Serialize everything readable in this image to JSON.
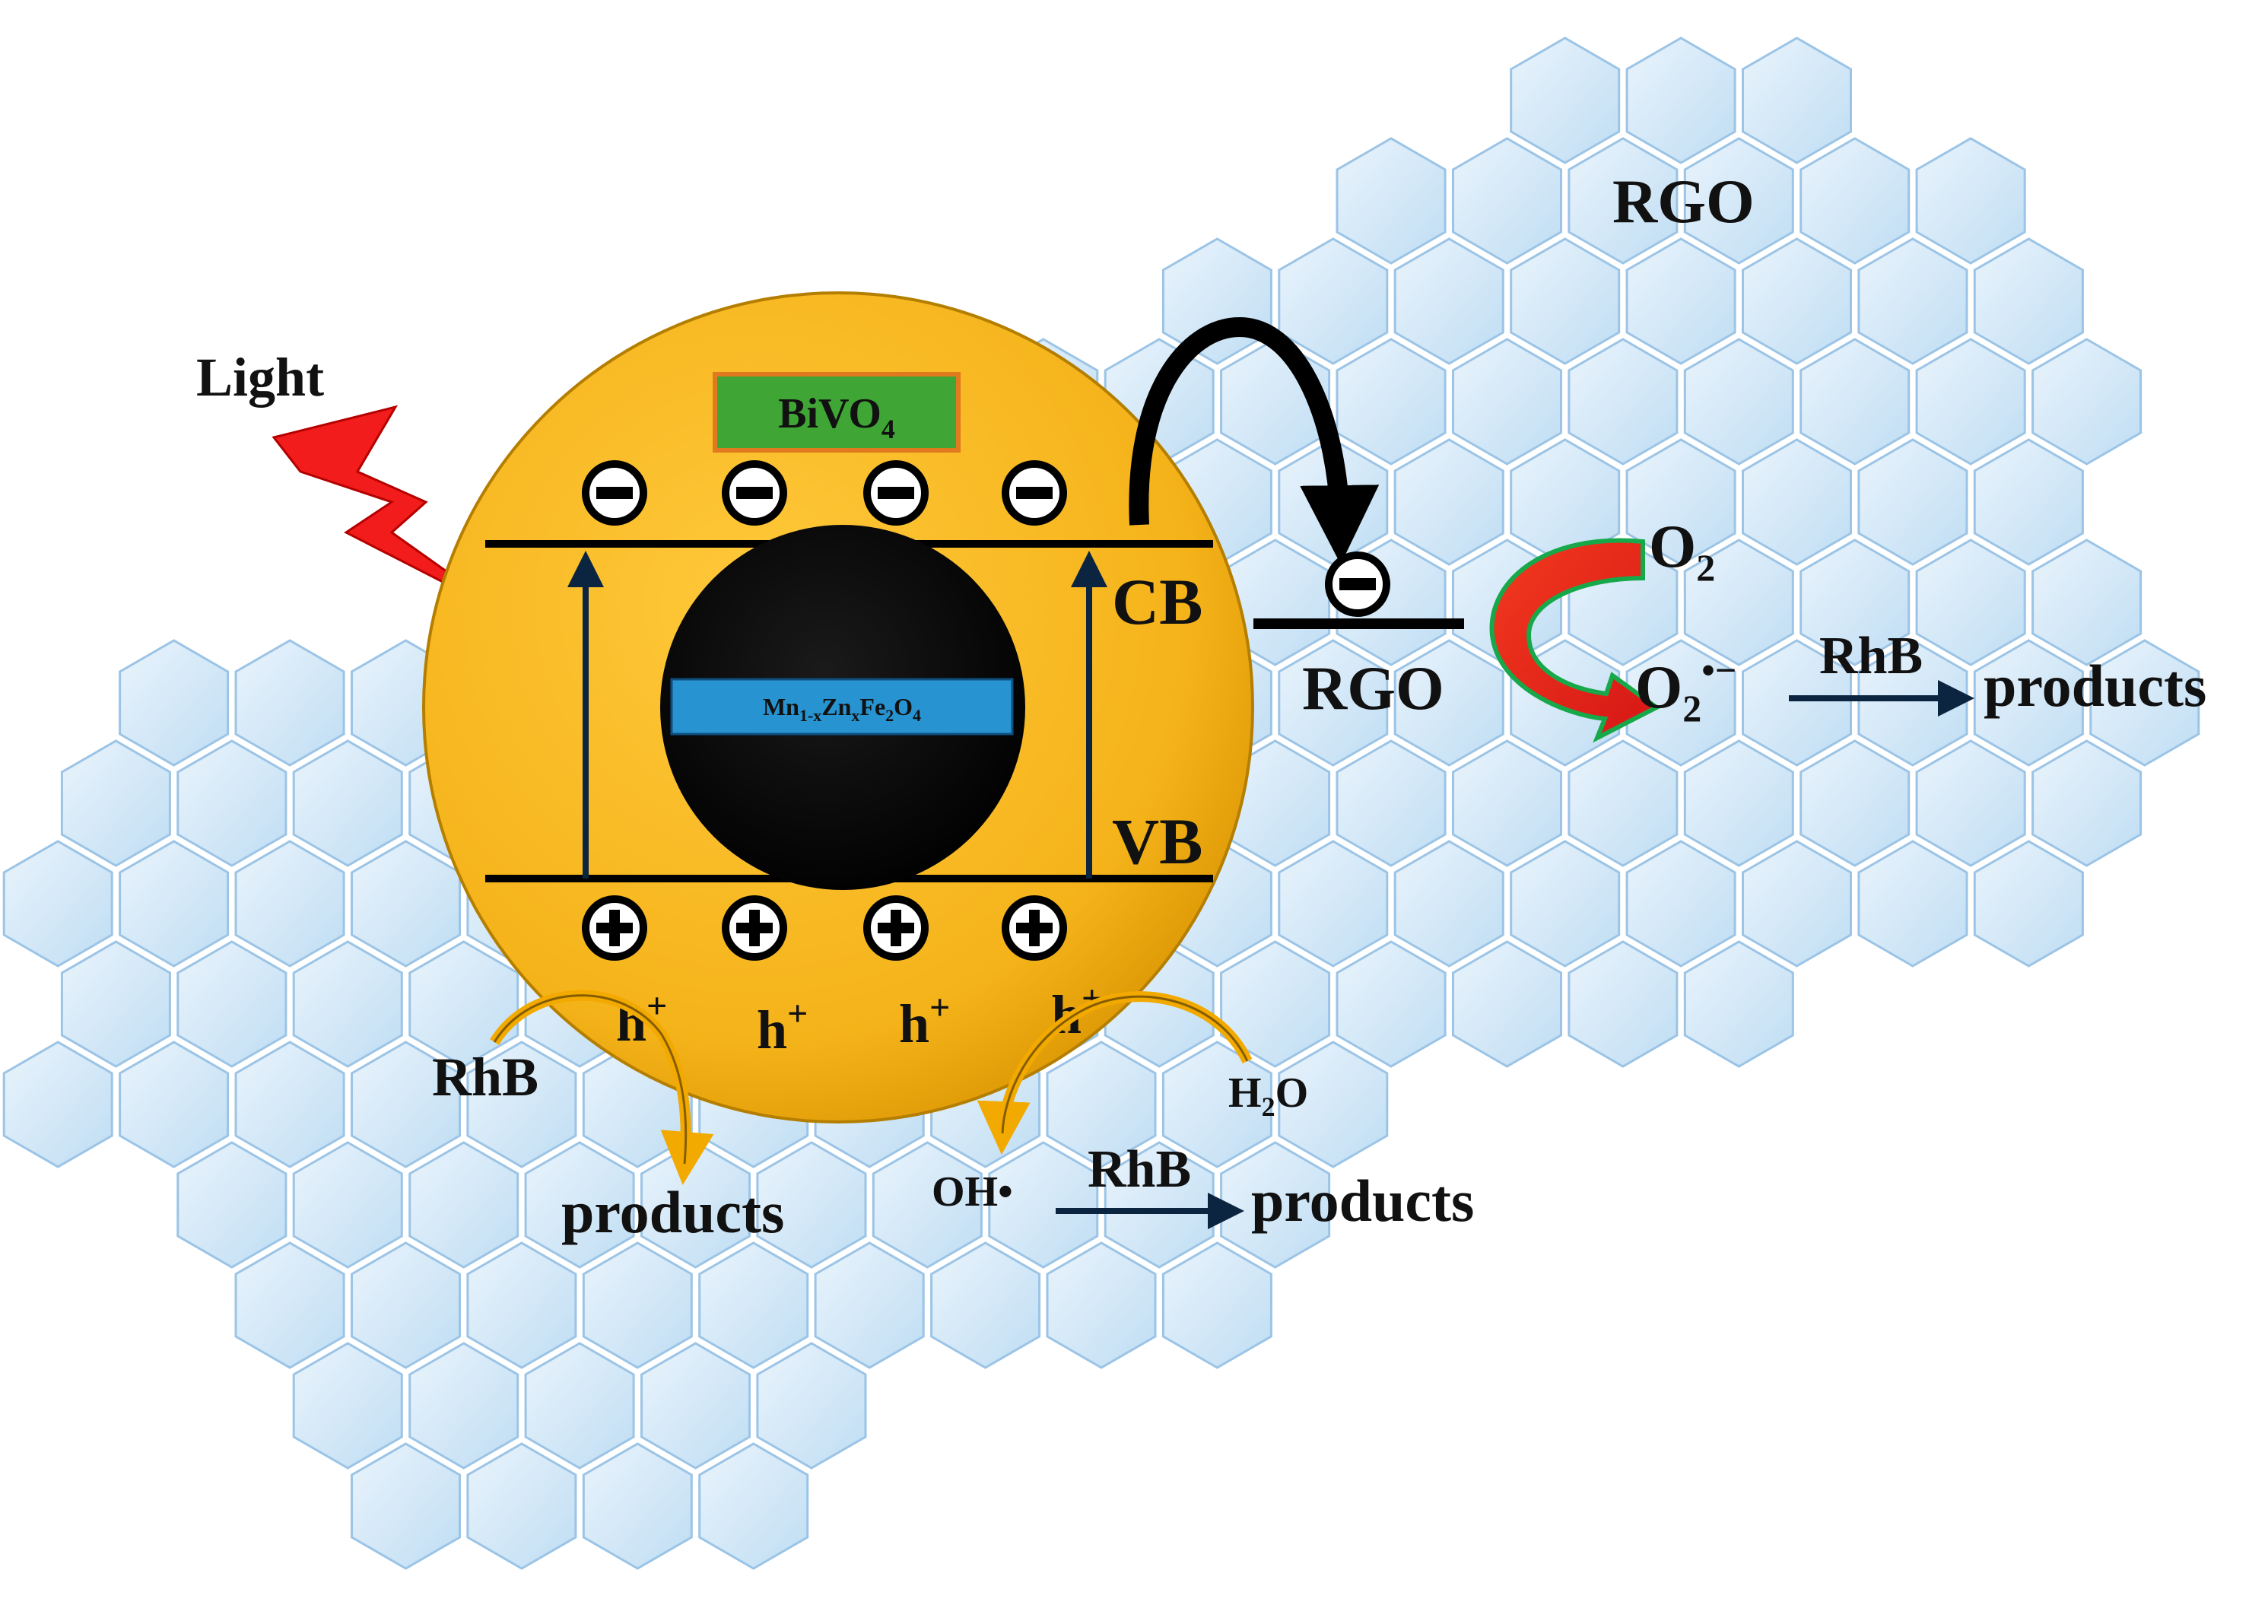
{
  "labels": {
    "rgo_top": "RGO",
    "light": "Light",
    "bivo4": {
      "base": "BiVO",
      "sub": "4"
    },
    "core": {
      "p1": "Mn",
      "s1": "1-x",
      "p2": "Zn",
      "s2": "x",
      "p3": "Fe",
      "s3": "2",
      "p4": "O",
      "s4": "4"
    },
    "cb": "CB",
    "vb": "VB",
    "rgo_side": "RGO",
    "o2": {
      "base": "O",
      "sub": "2"
    },
    "superoxide": {
      "base": "O",
      "sub": "2",
      "sup": "•−"
    },
    "rhb_right": "RhB",
    "products_right": "products",
    "holes": [
      {
        "base": "h",
        "sup": "+"
      },
      {
        "base": "h",
        "sup": "+"
      },
      {
        "base": "h",
        "sup": "+"
      },
      {
        "base": "h",
        "sup": "+"
      }
    ],
    "rhb_left": "RhB",
    "products_left": "products",
    "h2o": {
      "p1": "H",
      "s1": "2",
      "p2": "O"
    },
    "oh_radical": "OH•",
    "rhb_bottom": "RhB",
    "products_bottom": "products"
  },
  "colors": {
    "particle": "#F7B81E",
    "core": "#000000",
    "bivo4_box": "#3FA535",
    "core_label_box": "#2793D1",
    "hex_fill": "#D3E7F7",
    "hex_stroke": "#9BC4E6",
    "lightning": "#F21C1C",
    "red_arrow": "#E8281C",
    "red_arrow_edge": "#17A84A",
    "curved_orange": "#F2A900"
  }
}
